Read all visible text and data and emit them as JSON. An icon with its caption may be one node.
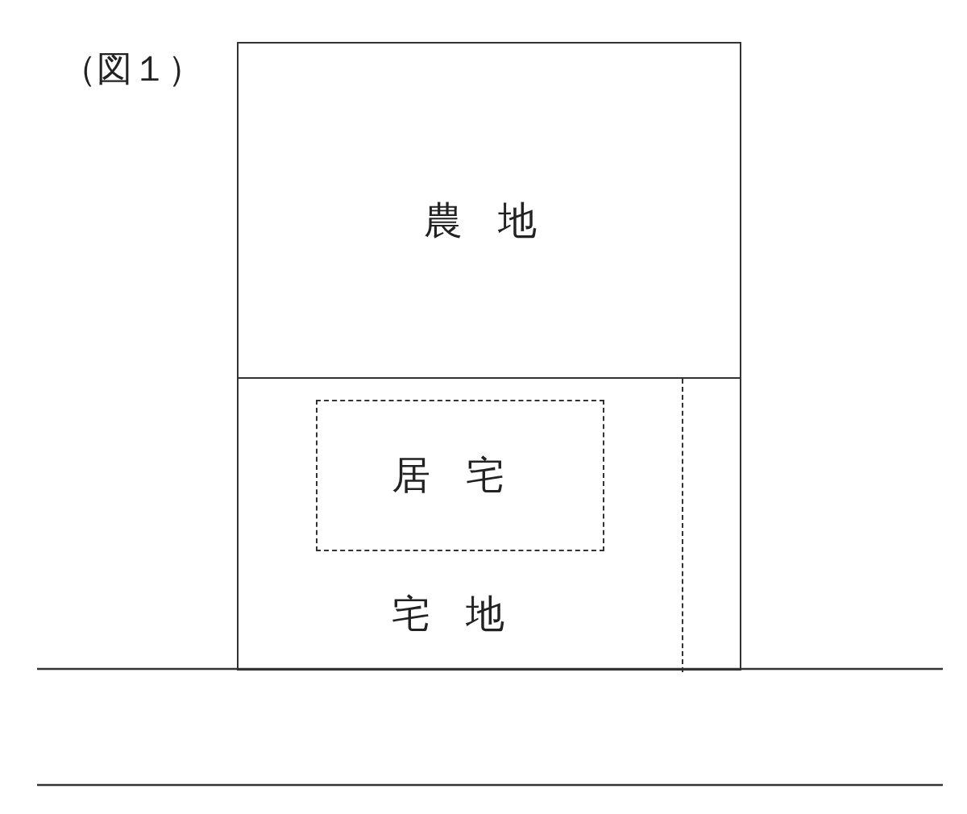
{
  "diagram": {
    "title": "（図１）",
    "nodes": [
      {
        "text": [
          "農地"
        ]
      },
      {
        "text": [
          "宅地"
        ]
      },
      {
        "text": [
          "居宅"
        ],
        "in": 1
      },
      {
        "text": [],
        "shape": "box",
        "in": 1
      }
    ]
  }
}
